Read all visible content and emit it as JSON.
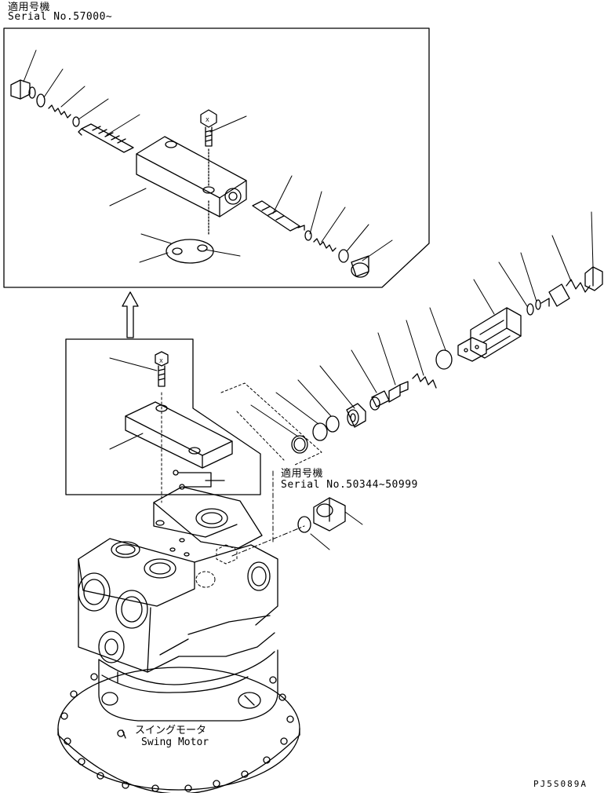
{
  "top_note": {
    "jp": "適用号機",
    "serial": "Serial No.57000~"
  },
  "mid_note": {
    "jp": "適用号機",
    "serial": "Serial No.50344~50999"
  },
  "motor_label": {
    "jp": "スイングモータ",
    "en": "Swing Motor"
  },
  "drawing_code": "PJ5S089A"
}
